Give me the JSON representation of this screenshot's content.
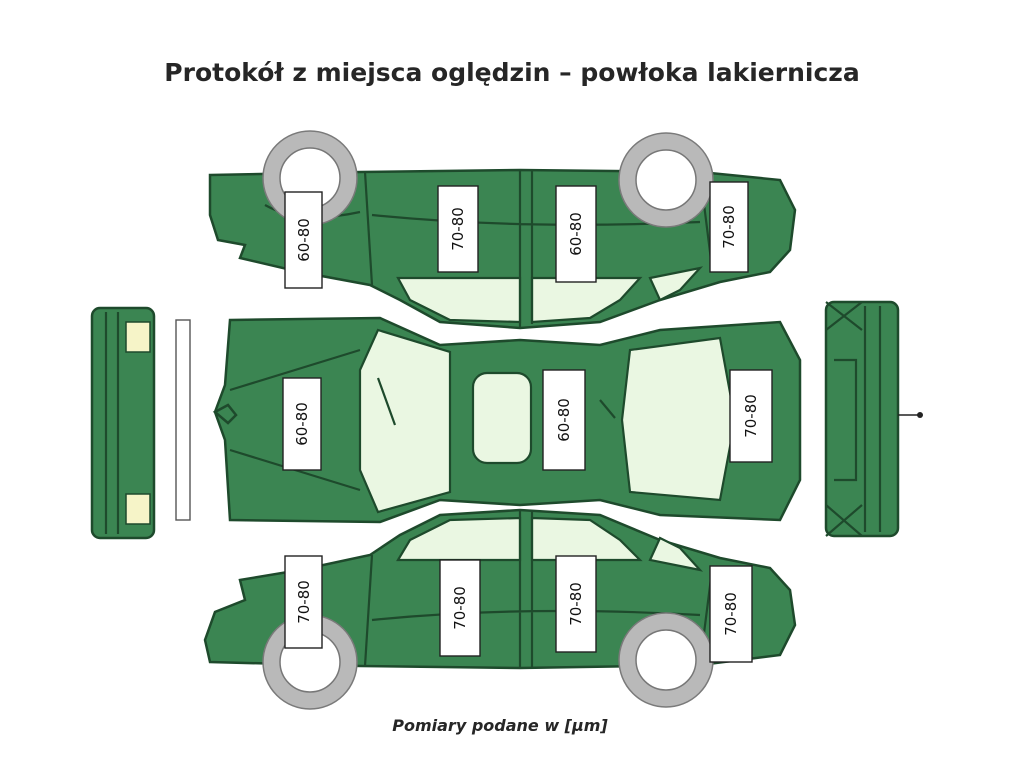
{
  "title": "Protokół z miejsca oględzin – powłoka lakiernicza",
  "footer": "Pomiary podane w [µm]",
  "colors": {
    "paint": "#3b8552",
    "outline": "#1e4a2c",
    "glass": "#eaf7e2",
    "tire": "#b9b9b9"
  },
  "measurements": {
    "top_side": [
      "60-80",
      "70-80",
      "60-80",
      "70-80"
    ],
    "roof_view": [
      "60-80",
      "60-80",
      "70-80"
    ],
    "bottom_side": [
      "70-80",
      "70-80",
      "70-80",
      "70-80"
    ]
  }
}
